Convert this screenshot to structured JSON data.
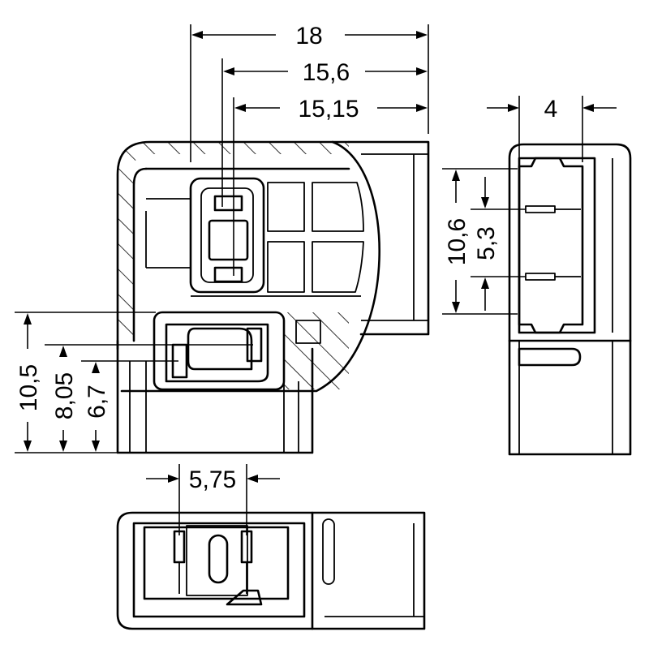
{
  "dimensions": {
    "width_overall": "18",
    "width_to_pin1": "15,6",
    "width_to_pin2": "15,15",
    "depth": "4",
    "height_side": "10,6",
    "pin_spacing_side": "5,3",
    "height_overall": "10,5",
    "height_to_pin1": "8,05",
    "height_to_pin2": "6,7",
    "pin_spacing_bottom": "5,75"
  }
}
